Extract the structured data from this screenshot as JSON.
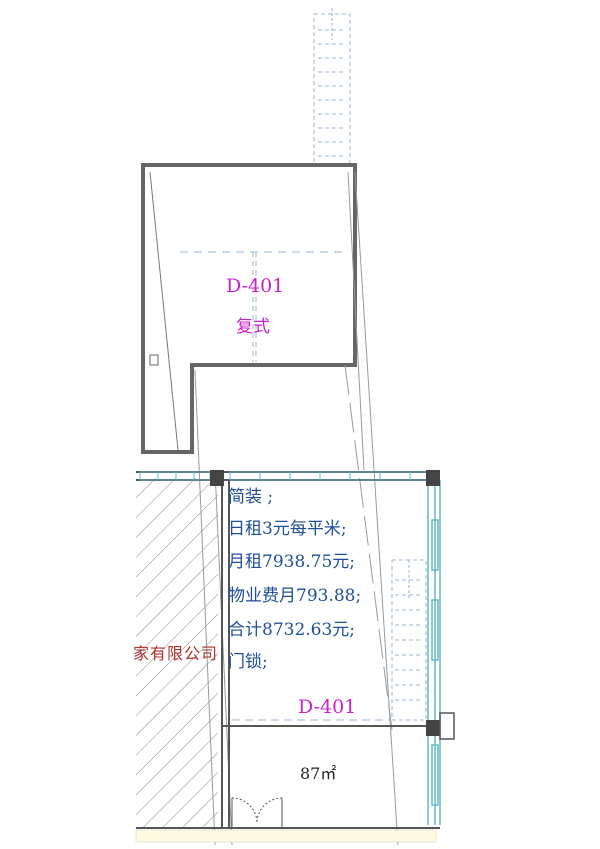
{
  "upper_unit": {
    "code": "D-401",
    "type": "复式"
  },
  "lower_unit": {
    "code": "D-401",
    "area": "87㎡"
  },
  "neighbor_company": "家有限公司",
  "rent_info": [
    "简装 ;",
    "日租3元每平米;",
    "月租7938.75元;",
    "物业费月793.88;",
    "合计8732.63元;",
    "门锁;"
  ],
  "colors": {
    "wall": "#666666",
    "window": "#62b8c8",
    "label_magenta": "#cc22cc",
    "text_blue": "#1f4f9a",
    "company_red": "#b0312c",
    "hidden_line": "#9bb4d6"
  }
}
